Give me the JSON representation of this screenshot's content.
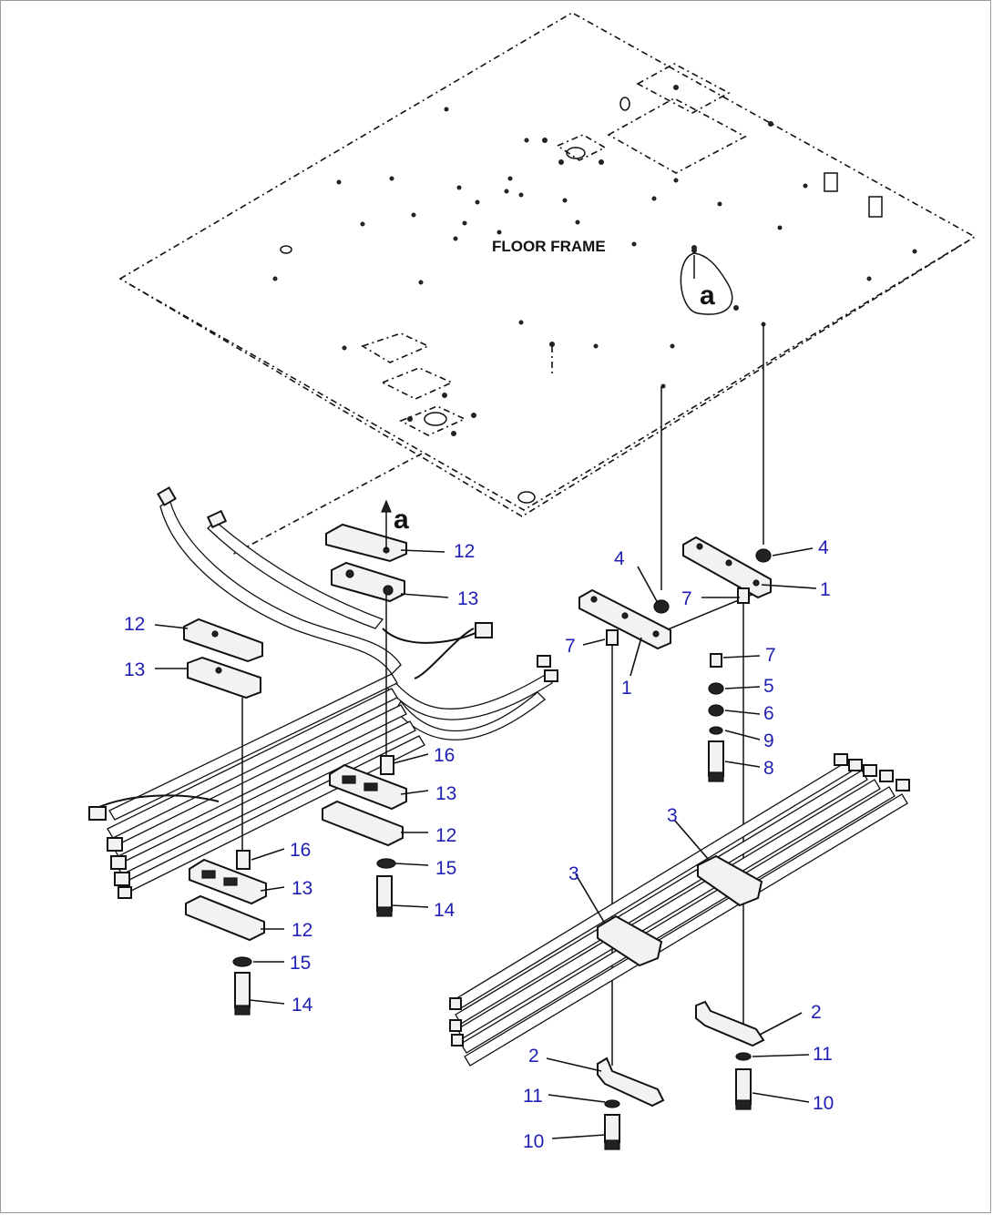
{
  "drawing": {
    "floor_frame_label": "FLOOR FRAME",
    "reference_letter": "a",
    "arrow_letter": "a"
  },
  "callouts": [
    {
      "id": "c12a",
      "text": "12"
    },
    {
      "id": "c13a",
      "text": "13"
    },
    {
      "id": "c12b",
      "text": "12"
    },
    {
      "id": "c13b",
      "text": "13"
    },
    {
      "id": "c16a",
      "text": "16"
    },
    {
      "id": "c13c",
      "text": "13"
    },
    {
      "id": "c12c",
      "text": "12"
    },
    {
      "id": "c15a",
      "text": "15"
    },
    {
      "id": "c14a",
      "text": "14"
    },
    {
      "id": "c16b",
      "text": "16"
    },
    {
      "id": "c13d",
      "text": "13"
    },
    {
      "id": "c12d",
      "text": "12"
    },
    {
      "id": "c15b",
      "text": "15"
    },
    {
      "id": "c14b",
      "text": "14"
    },
    {
      "id": "c4a",
      "text": "4"
    },
    {
      "id": "c4b",
      "text": "4"
    },
    {
      "id": "c1a",
      "text": "1"
    },
    {
      "id": "c1b",
      "text": "1"
    },
    {
      "id": "c7a",
      "text": "7"
    },
    {
      "id": "c7b",
      "text": "7"
    },
    {
      "id": "c7c",
      "text": "7"
    },
    {
      "id": "c5",
      "text": "5"
    },
    {
      "id": "c6",
      "text": "6"
    },
    {
      "id": "c9",
      "text": "9"
    },
    {
      "id": "c8",
      "text": "8"
    },
    {
      "id": "c3a",
      "text": "3"
    },
    {
      "id": "c3b",
      "text": "3"
    },
    {
      "id": "c2a",
      "text": "2"
    },
    {
      "id": "c2b",
      "text": "2"
    },
    {
      "id": "c11a",
      "text": "11"
    },
    {
      "id": "c11b",
      "text": "11"
    },
    {
      "id": "c10a",
      "text": "10"
    },
    {
      "id": "c10b",
      "text": "10"
    }
  ],
  "colors": {
    "callout": "#1f1fb4",
    "line": "#111111",
    "background": "#ffffff"
  }
}
